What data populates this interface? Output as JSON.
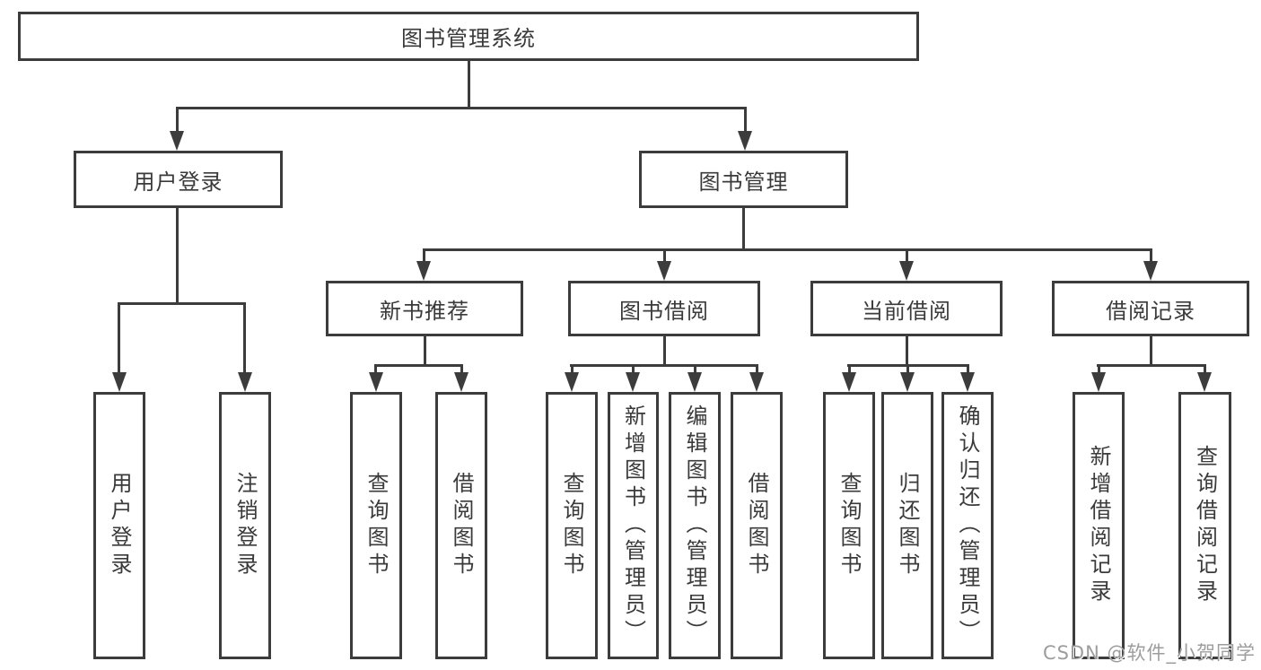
{
  "tree": {
    "root": {
      "label": "图书管理系统"
    },
    "branches": [
      {
        "label": "用户登录",
        "children": [
          {
            "label": "用户登录"
          },
          {
            "label": "注销登录"
          }
        ]
      },
      {
        "label": "图书管理",
        "children": [
          {
            "label": "新书推荐",
            "children": [
              {
                "label": "查询图书"
              },
              {
                "label": "借阅图书"
              }
            ]
          },
          {
            "label": "图书借阅",
            "children": [
              {
                "label": "查询图书"
              },
              {
                "label": "新增图书（管理员）"
              },
              {
                "label": "编辑图书（管理员）"
              },
              {
                "label": "借阅图书"
              }
            ]
          },
          {
            "label": "当前借阅",
            "children": [
              {
                "label": "查询图书"
              },
              {
                "label": "归还图书"
              },
              {
                "label": "确认归还（管理员）"
              }
            ]
          },
          {
            "label": "借阅记录",
            "children": [
              {
                "label": "新增借阅记录"
              },
              {
                "label": "查询借阅记录"
              }
            ]
          }
        ]
      }
    ]
  },
  "watermark": {
    "text": "CSDN @软件_小贺同学"
  },
  "colors": {
    "line": "#3c3c3c",
    "text": "#3a3a3a",
    "watermark": "#9d9d9d",
    "background": "#ffffff"
  }
}
